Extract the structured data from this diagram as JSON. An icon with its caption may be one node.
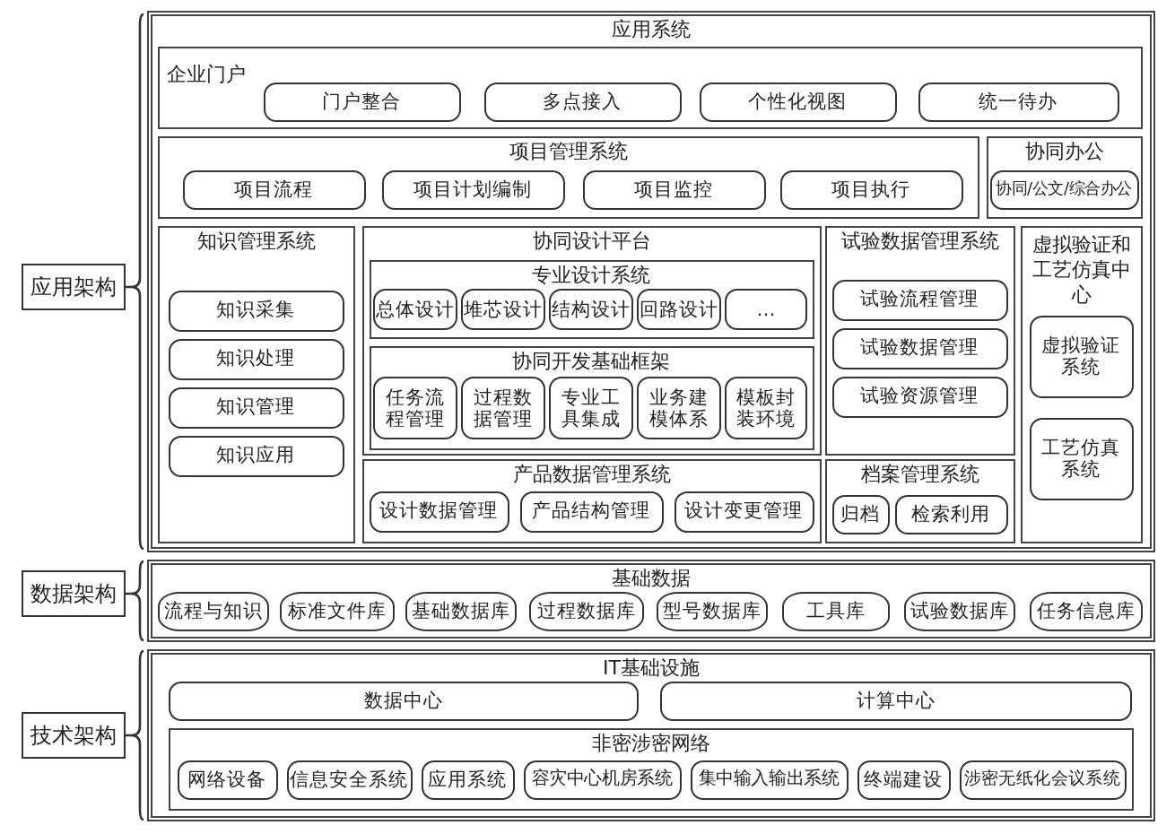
{
  "diagram": {
    "nodes": [
      {
        "text": [
          "应用架构"
        ]
      },
      {
        "text": [
          "数据架构"
        ]
      },
      {
        "text": [
          "技术架构"
        ]
      },
      {
        "text": [
          "应用系统"
        ]
      },
      {
        "text": [
          "企业门户"
        ],
        "in": 3
      },
      {
        "text": [
          "门户整合"
        ],
        "in": 4
      },
      {
        "text": [
          "多点接入"
        ],
        "in": 4
      },
      {
        "text": [
          "个性化视图"
        ],
        "in": 4
      },
      {
        "text": [
          "统一待办"
        ],
        "in": 4
      },
      {
        "text": [
          "项目管理系统"
        ],
        "in": 3
      },
      {
        "text": [
          "项目流程"
        ],
        "in": 9
      },
      {
        "text": [
          "项目计划编制"
        ],
        "in": 9
      },
      {
        "text": [
          "项目监控"
        ],
        "in": 9
      },
      {
        "text": [
          "项目执行"
        ],
        "in": 9
      },
      {
        "text": [
          "协同办公"
        ],
        "in": 3
      },
      {
        "text": [
          "协同/公文/综合办公"
        ],
        "in": 14
      },
      {
        "text": [
          "知识管理系统"
        ],
        "in": 3
      },
      {
        "text": [
          "知识采集"
        ],
        "in": 16
      },
      {
        "text": [
          "知识处理"
        ],
        "in": 16
      },
      {
        "text": [
          "知识管理"
        ],
        "in": 16
      },
      {
        "text": [
          "知识应用"
        ],
        "in": 16
      },
      {
        "text": [
          "协同设计平台"
        ],
        "in": 3
      },
      {
        "text": [
          "专业设计系统"
        ],
        "in": 21
      },
      {
        "text": [
          "总体设计"
        ],
        "in": 22
      },
      {
        "text": [
          "堆芯设计"
        ],
        "in": 22
      },
      {
        "text": [
          "结构设计"
        ],
        "in": 22
      },
      {
        "text": [
          "回路设计"
        ],
        "in": 22
      },
      {
        "text": [
          "…"
        ],
        "in": 22
      },
      {
        "text": [
          "协同开发基础框架"
        ],
        "in": 21
      },
      {
        "text": [
          "任务流程管理"
        ],
        "in": 28
      },
      {
        "text": [
          "过程数据管理"
        ],
        "in": 28
      },
      {
        "text": [
          "专业工具集成"
        ],
        "in": 28
      },
      {
        "text": [
          "业务建模体系"
        ],
        "in": 28
      },
      {
        "text": [
          "模板封装环境"
        ],
        "in": 28
      },
      {
        "text": [
          "产品数据管理系统"
        ],
        "in": 3
      },
      {
        "text": [
          "设计数据管理"
        ],
        "in": 34
      },
      {
        "text": [
          "产品结构管理"
        ],
        "in": 34
      },
      {
        "text": [
          "设计变更管理"
        ],
        "in": 34
      },
      {
        "text": [
          "试验数据管理系统"
        ],
        "in": 3
      },
      {
        "text": [
          "试验流程管理"
        ],
        "in": 38
      },
      {
        "text": [
          "试验数据管理"
        ],
        "in": 38
      },
      {
        "text": [
          "试验资源管理"
        ],
        "in": 38
      },
      {
        "text": [
          "档案管理系统"
        ],
        "in": 3
      },
      {
        "text": [
          "归档"
        ],
        "in": 42
      },
      {
        "text": [
          "检索利用"
        ],
        "in": 42
      },
      {
        "text": [
          "虚拟验证和工艺仿真中心"
        ],
        "in": 3
      },
      {
        "text": [
          "虚拟验证系统"
        ],
        "in": 45
      },
      {
        "text": [
          "工艺仿真系统"
        ],
        "in": 45
      },
      {
        "text": [
          "基础数据"
        ]
      },
      {
        "text": [
          "流程与知识"
        ],
        "in": 48
      },
      {
        "text": [
          "标准文件库"
        ],
        "in": 48
      },
      {
        "text": [
          "基础数据库"
        ],
        "in": 48
      },
      {
        "text": [
          "过程数据库"
        ],
        "in": 48
      },
      {
        "text": [
          "型号数据库"
        ],
        "in": 48
      },
      {
        "text": [
          "工具库"
        ],
        "in": 48
      },
      {
        "text": [
          "试验数据库"
        ],
        "in": 48
      },
      {
        "text": [
          "任务信息库"
        ],
        "in": 48
      },
      {
        "text": [
          "IT基础设施"
        ]
      },
      {
        "text": [
          "数据中心"
        ],
        "in": 57
      },
      {
        "text": [
          "计算中心"
        ],
        "in": 57
      },
      {
        "text": [
          "非密涉密网络"
        ],
        "in": 57
      },
      {
        "text": [
          "网络设备"
        ],
        "in": 60
      },
      {
        "text": [
          "信息安全系统"
        ],
        "in": 60
      },
      {
        "text": [
          "应用系统"
        ],
        "in": 60
      },
      {
        "text": [
          "容灾中心机房系统"
        ],
        "in": 60
      },
      {
        "text": [
          "集中输入输出系统"
        ],
        "in": 60
      },
      {
        "text": [
          "终端建设"
        ],
        "in": 60
      },
      {
        "text": [
          "涉密无纸化会议系统"
        ],
        "in": 60
      }
    ]
  }
}
